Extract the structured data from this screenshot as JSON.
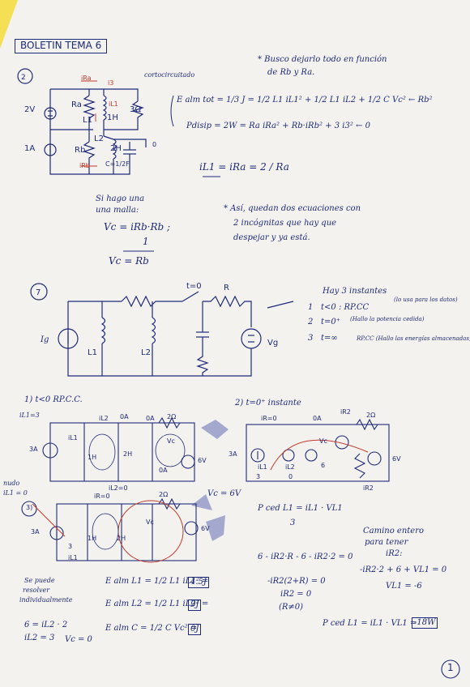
{
  "title": "BOLETIN TEMA 6",
  "page_number": "1",
  "problem2": {
    "number": "2",
    "label_cortocircuitado": "cortocircuitado",
    "src_voltage": "2V",
    "src_current": "1A",
    "labels": [
      "iRa",
      "i3",
      "Ra",
      "iL1",
      "3Ω",
      "L1",
      "1H",
      "L2",
      "Rb",
      "2H",
      "iRb",
      "C=1/2F",
      "0"
    ],
    "note_malla_1": "Si hago una",
    "note_malla_2": "una malla:",
    "eq_vc1": "Vc = iRb·Rb ;",
    "eq_vc1_den": "1",
    "eq_vc2": "Vc = Rb",
    "note_busco_1": "* Busco dejarlo todo en función",
    "note_busco_2": "de Rb y Ra.",
    "eq_energy": "E alm tot = 1/3 J = 1/2 L1 iL1² + 1/2 L1 iL2 + 1/2 C Vc² ← Rb²",
    "eq_power": "Pdisip = 2W = Ra iRa² + Rb·iRb² + 3 i3² ← 0",
    "eq_il1": "iL1 = iRa = 2 / Ra",
    "note_asi_1": "* Así, quedan dos ecuaciones con",
    "note_asi_2": "2 incógnitas que hay que",
    "note_asi_3": "despejar y ya está."
  },
  "problem7": {
    "number": "7",
    "switch": "t=0",
    "labels": [
      "R",
      "Ig",
      "L1",
      "L2",
      "Vg"
    ],
    "note_title": "Hay 3 instantes",
    "steps": [
      {
        "n": "1",
        "text": "t<0 : RP.CC",
        "note": "(lo usa para los datos)"
      },
      {
        "n": "2",
        "text": "t=0⁺",
        "note": "(Hallo la potencia cedida)"
      },
      {
        "n": "3",
        "text": "t=∞",
        "note": "RP.CC (Hallo las energías almacenadas)"
      }
    ]
  },
  "step1": {
    "heading": "1) t<0 RP.C.C.",
    "labels": [
      "iL1=3",
      "iL2",
      "0A",
      "0A",
      "2Ω",
      "3A",
      "iL1",
      "1H",
      "2H",
      "Vc",
      "0A",
      "6V"
    ],
    "note_vc": "Vc = 6V"
  },
  "step2": {
    "heading": "2) t=0⁺ instante",
    "labels": [
      "iR=0",
      "0A",
      "iR2",
      "2Ω",
      "3A",
      "iL1",
      "iL2",
      "Vc",
      "6",
      "6V",
      "iR2",
      "3",
      "0"
    ],
    "p_ced": "P ced L1 = iL1 · VL1",
    "p_den": "3",
    "camino_1": "Camino entero",
    "camino_2": "para tener",
    "camino_3": "iR2:",
    "eq1": "6 - iR2·R - 6 - iR2·2 = 0",
    "eq2": "-iR2·2 + 6 + VL1 = 0",
    "eq3": "-iR2(2+R) = 0",
    "eq4": "VL1 = -6",
    "eq5": "iR2 = 0",
    "eq6": "(R≠0)",
    "p_final": "P ced L1 = iL1 · VL1 =",
    "p_value": "-18W"
  },
  "step3": {
    "heading": "3)",
    "nudo": "nudo",
    "nudo_eq": "iL1 = 0",
    "labels": [
      "iR=0",
      "iL2=0",
      "2Ω",
      "3A",
      "3",
      "1H",
      "2H",
      "Vc",
      "6V",
      "iL1"
    ],
    "note_1": "Se puede",
    "note_2": "resolver",
    "note_3": "individualmente",
    "eq_a": "6 = iL2 · 2",
    "eq_b": "iL2 = 3",
    "eq_c": "Vc = 0",
    "e1": "E alm L1 = 1/2 L1 iL1² =",
    "e1_val": "4.5J",
    "e2": "E alm L2 = 1/2 L1 iL2² =",
    "e2_val": "9J",
    "e3": "E alm C = 1/2 C Vc² =",
    "e3_val": "0J"
  }
}
